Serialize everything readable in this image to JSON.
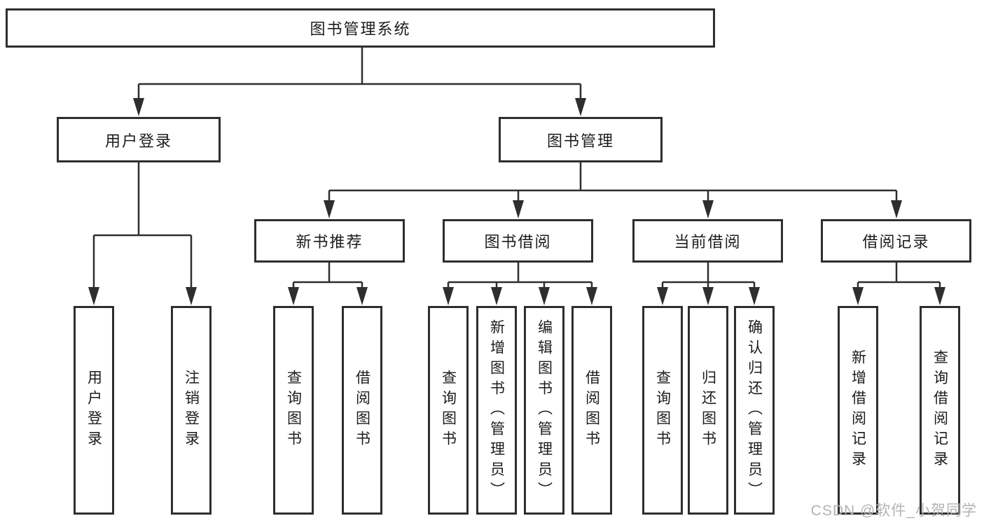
{
  "watermark": "CSDN @软件_小贺同学",
  "tree": {
    "label": "图书管理系统",
    "children": [
      {
        "label": "用户登录",
        "children": [
          {
            "label": "用户登录"
          },
          {
            "label": "注销登录"
          }
        ]
      },
      {
        "label": "图书管理",
        "children": [
          {
            "label": "新书推荐",
            "children": [
              {
                "label": "查询图书"
              },
              {
                "label": "借阅图书"
              }
            ]
          },
          {
            "label": "图书借阅",
            "children": [
              {
                "label": "查询图书"
              },
              {
                "label": "新增图书（管理员）"
              },
              {
                "label": "编辑图书（管理员）"
              },
              {
                "label": "借阅图书"
              }
            ]
          },
          {
            "label": "当前借阅",
            "children": [
              {
                "label": "查询图书"
              },
              {
                "label": "归还图书"
              },
              {
                "label": "确认归还（管理员）"
              }
            ]
          },
          {
            "label": "借阅记录",
            "children": [
              {
                "label": "新增借阅记录"
              },
              {
                "label": "查询借阅记录"
              }
            ]
          }
        ]
      }
    ]
  },
  "colors": {
    "line": "#2e2e2e",
    "text": "#1c1c1c",
    "watermark": "#b3b3b3",
    "background": "#ffffff"
  }
}
